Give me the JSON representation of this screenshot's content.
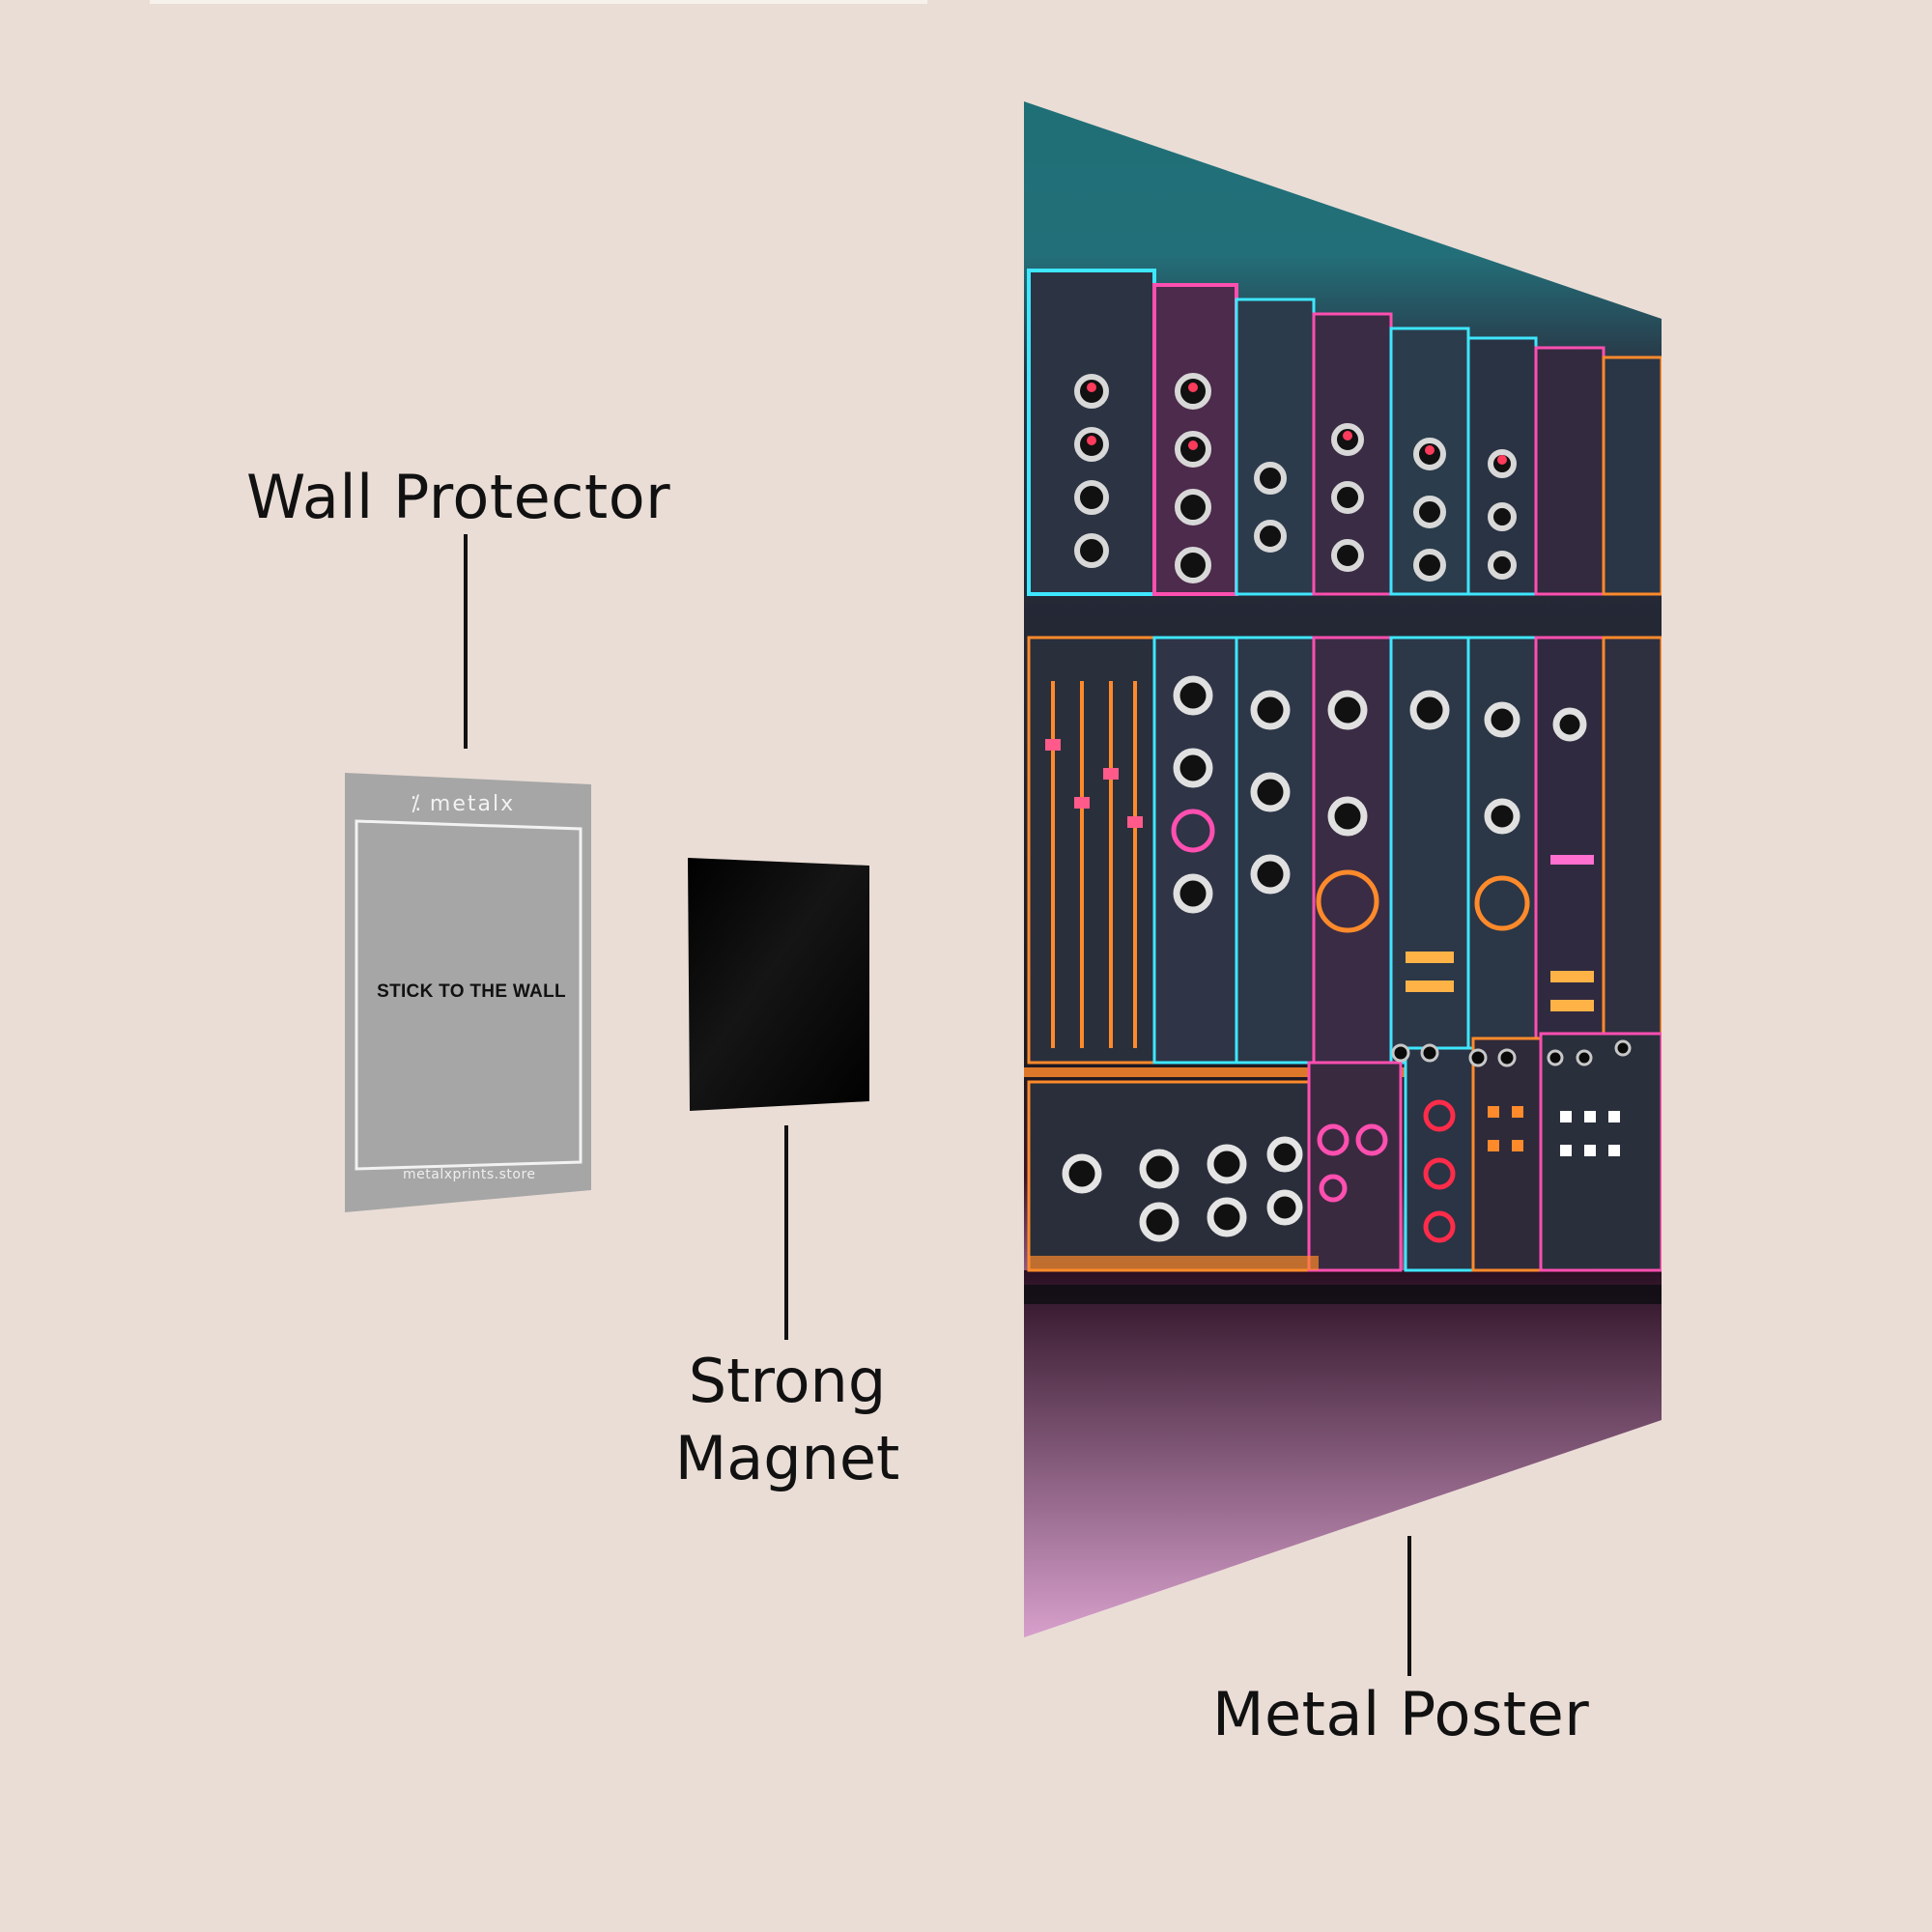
{
  "labels": {
    "wall_protector": "Wall Protector",
    "strong_magnet": "Strong Magnet",
    "metal_poster": "Metal Poster"
  },
  "protector": {
    "brand": "metalx",
    "brand_icon": "metalx-logo-icon",
    "instruction": "STICK TO THE WALL",
    "website": "metalxprints.store"
  },
  "colors": {
    "background": "#eaddd6",
    "protector": "#a6a6a6",
    "magnet": "#050505",
    "poster_top": "#1f6f76",
    "poster_bottom": "#d59ac7",
    "neon_pink": "#ff4fb0",
    "neon_cyan": "#3ee7ff",
    "neon_orange": "#ff8a2b"
  },
  "poster_art": {
    "subject": "synthesizer-panel",
    "style": "neon"
  }
}
